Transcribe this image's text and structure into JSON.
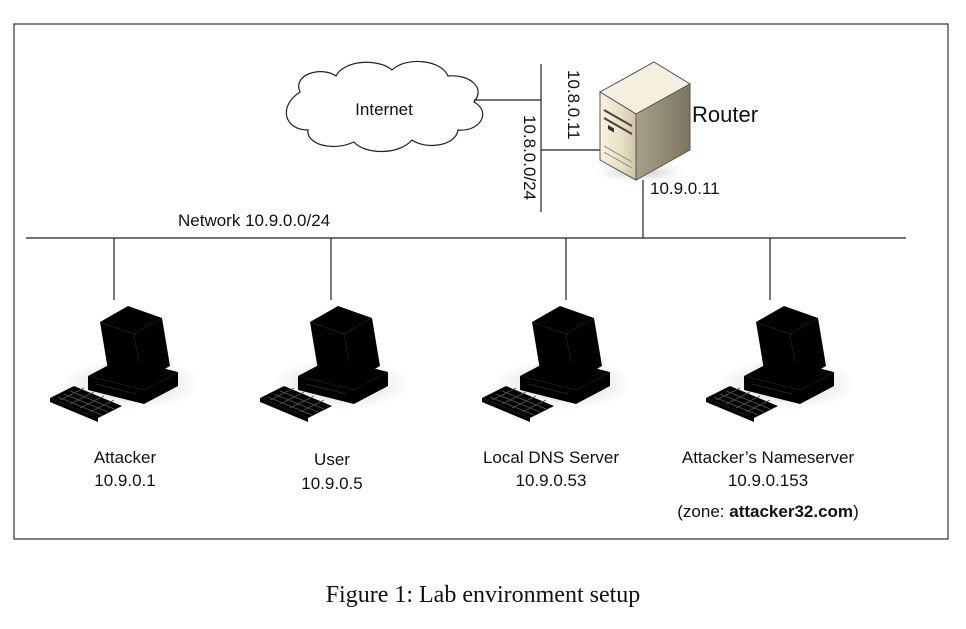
{
  "network": {
    "label": "Network 10.9.0.0/24",
    "outer_label": "10.8.0.0/24",
    "internet_label": "Internet"
  },
  "router": {
    "name": "Router",
    "outer_ip": "10.8.0.11",
    "inner_ip": "10.9.0.11"
  },
  "hosts": [
    {
      "name": "Attacker",
      "ip": "10.9.0.1",
      "style": "dark"
    },
    {
      "name": "User",
      "ip": "10.9.0.5",
      "style": "light"
    },
    {
      "name": "Local DNS Server",
      "ip": "10.9.0.53",
      "style": "light"
    },
    {
      "name": "Attacker’s Nameserver",
      "ip": "10.9.0.153",
      "style": "light"
    }
  ],
  "zone": {
    "prefix": "(zone: ",
    "domain": "attacker32.com",
    "suffix": ")"
  },
  "caption": "Figure 1: Lab environment setup",
  "colors": {
    "dark_fill": "#2e4f7c",
    "dark_stroke": "#0d1f3a",
    "light_fill": "#eeeeee",
    "screen": "#e6edf3",
    "stroke": "#222222"
  }
}
